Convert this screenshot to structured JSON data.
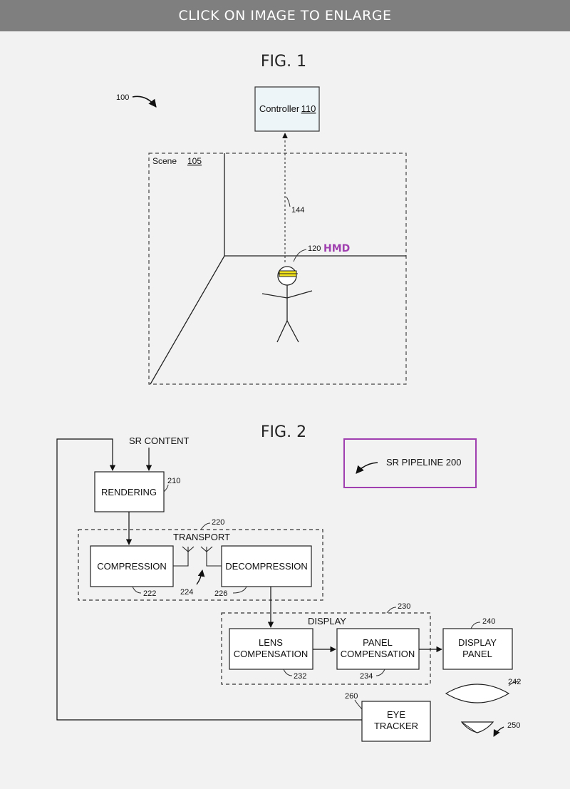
{
  "banner": {
    "text": "CLICK ON IMAGE TO ENLARGE"
  },
  "fig1": {
    "title": "FIG. 1",
    "ref_system": "100",
    "controller_label": "Controller",
    "controller_ref": "110",
    "scene_label": "Scene",
    "scene_ref": "105",
    "link_ref": "144",
    "hmd_ref": "120",
    "hmd_label": "HMD",
    "hmd_color": "#a040b0",
    "visor_color": "#f2e21a"
  },
  "fig2": {
    "title": "FIG. 2",
    "sr_content": "SR CONTENT",
    "pipeline_label": "SR PIPELINE 200",
    "pipeline_border_color": "#a040b0",
    "rendering": {
      "label": "RENDERING",
      "ref": "210"
    },
    "transport": {
      "label": "TRANSPORT",
      "ref": "220"
    },
    "compression": {
      "label": "COMPRESSION",
      "ref": "222"
    },
    "antenna_ref": "224",
    "decompression": {
      "label": "DECOMPRESSION",
      "ref": "226"
    },
    "display": {
      "label": "DISPLAY",
      "ref": "230"
    },
    "lens_comp": {
      "line1": "LENS",
      "line2": "COMPENSATION",
      "ref": "232"
    },
    "panel_comp": {
      "line1": "PANEL",
      "line2": "COMPENSATION",
      "ref": "234"
    },
    "display_panel": {
      "line1": "DISPLAY",
      "line2": "PANEL",
      "ref": "240"
    },
    "lens_ref": "242",
    "eye_ref": "250",
    "eye_tracker": {
      "line1": "EYE",
      "line2": "TRACKER",
      "ref": "260"
    }
  }
}
